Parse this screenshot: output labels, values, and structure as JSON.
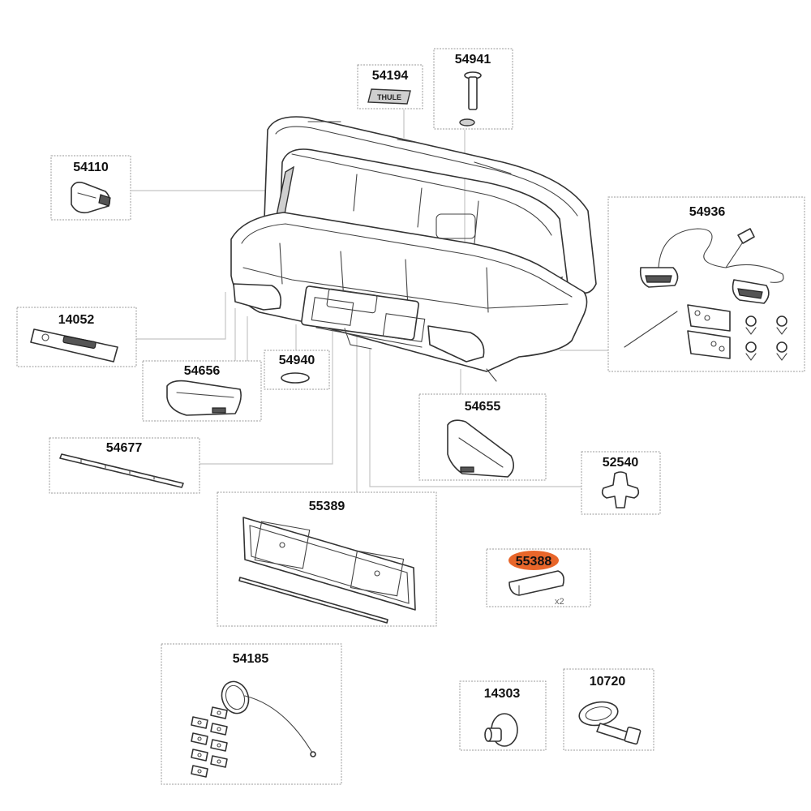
{
  "parts": [
    {
      "id": "p54194",
      "number": "54194"
    },
    {
      "id": "p54941",
      "number": "54941"
    },
    {
      "id": "p54110",
      "number": "54110"
    },
    {
      "id": "p54936",
      "number": "54936"
    },
    {
      "id": "p14052",
      "number": "14052"
    },
    {
      "id": "p54656",
      "number": "54656"
    },
    {
      "id": "p54940",
      "number": "54940"
    },
    {
      "id": "p54655",
      "number": "54655"
    },
    {
      "id": "p54677",
      "number": "54677"
    },
    {
      "id": "p52540",
      "number": "52540"
    },
    {
      "id": "p55389",
      "number": "55389"
    },
    {
      "id": "p55388",
      "number": "55388",
      "quantity": "x2",
      "highlighted": true,
      "highlight_color": "#e8662a"
    },
    {
      "id": "p54185",
      "number": "54185"
    },
    {
      "id": "p14303",
      "number": "14303"
    },
    {
      "id": "p10720",
      "number": "10720"
    }
  ],
  "logo_text": "THULE",
  "colors": {
    "highlight": "#e8662a",
    "box_border": "#9a9a9a",
    "leader_line": "#c4c4c4",
    "line_art": "#333333"
  }
}
